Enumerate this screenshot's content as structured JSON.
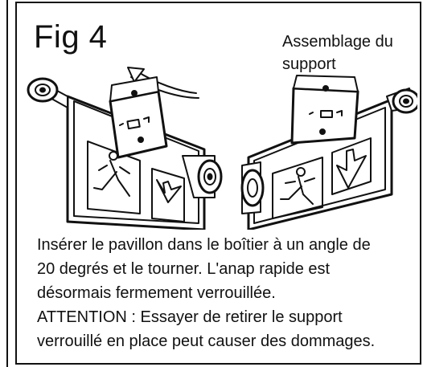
{
  "figure": {
    "title": "Fig 4",
    "caption_lines": [
      "Assemblage du",
      "support"
    ]
  },
  "instructions": {
    "lines": [
      "Insérer le pavillon dans le boîtier à un angle de",
      "20 degrés et le tourner. L'anap rapide est",
      "désormais fermement verrouillée.",
      "ATTENTION : Essayer de retirer le support",
      "verrouillé en place peut causer des dommages."
    ]
  },
  "icons": {
    "rotation": "rotation-arrow-icon",
    "exit_person": "running-person-icon",
    "direction": "down-arrow-icon"
  }
}
